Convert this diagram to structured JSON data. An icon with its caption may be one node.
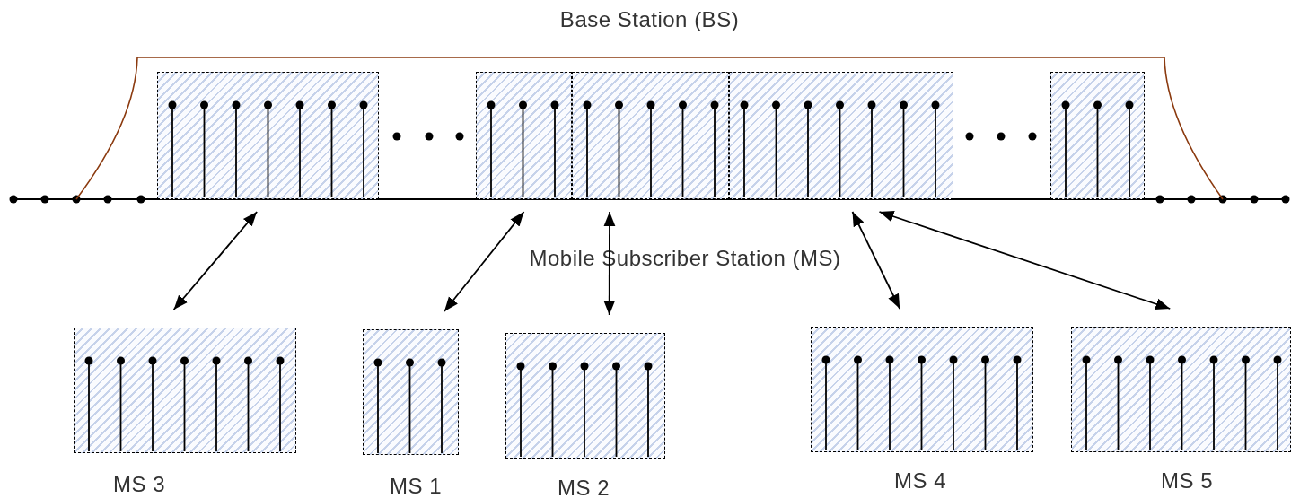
{
  "diagram": {
    "nodes": [
      {
        "text": [
          "Base Station (BS)"
        ]
      },
      {
        "text": [],
        "shape": "box",
        "in": 0
      },
      {
        "text": [],
        "shape": "box",
        "in": 0
      },
      {
        "text": [],
        "shape": "box",
        "in": 0
      },
      {
        "text": [],
        "shape": "box",
        "in": 0
      },
      {
        "text": [],
        "shape": "box",
        "in": 0
      },
      {
        "text": [],
        "shape": "box",
        "beside": [
          "MS 3"
        ]
      },
      {
        "text": [],
        "shape": "box",
        "beside": [
          "MS 1"
        ]
      },
      {
        "text": [],
        "shape": "box",
        "beside": [
          "MS 2"
        ]
      },
      {
        "text": [],
        "shape": "box",
        "beside": [
          "MS 4"
        ]
      },
      {
        "text": [],
        "shape": "box",
        "beside": [
          "MS 5"
        ]
      }
    ],
    "edges": [
      {
        "from": 1,
        "to": 6,
        "arrow": "both"
      },
      {
        "from": 2,
        "to": 7,
        "arrow": "both"
      },
      {
        "from": 3,
        "to": 8,
        "arrow": "both"
      },
      {
        "from": 4,
        "to": 9,
        "arrow": "both"
      },
      {
        "from": 4,
        "to": 10,
        "arrow": "both"
      }
    ],
    "labels": [
      "Mobile Subscriber Station (MS)"
    ]
  }
}
